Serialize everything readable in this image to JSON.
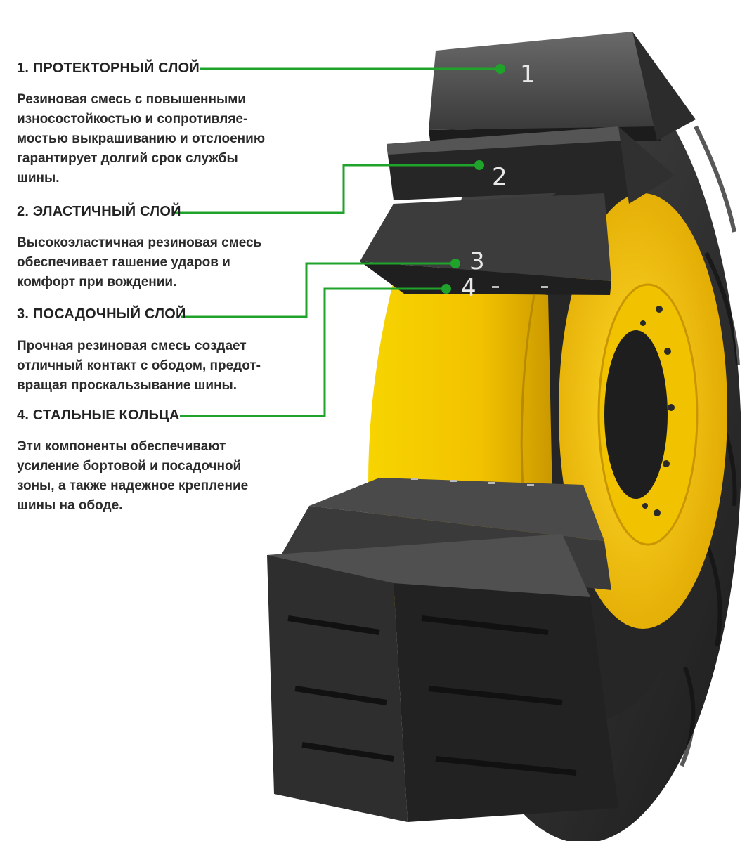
{
  "layers": [
    {
      "number": "1",
      "title": "1. ПРОТЕКТОРНЫЙ СЛОЙ",
      "lines": [
        "Резиновая смесь с повышенными",
        "износостойкостью и сопротивляе-",
        "мостью выкрашиванию и отслоению",
        "гарантирует долгий срок службы",
        "шины."
      ]
    },
    {
      "number": "2",
      "title": "2. ЭЛАСТИЧНЫЙ СЛОЙ",
      "lines": [
        "Высокоэластичная резиновая смесь",
        "обеспечивает гашение ударов и",
        "комфорт при вождении."
      ]
    },
    {
      "number": "3",
      "title": "3. ПОСАДОЧНЫЙ СЛОЙ",
      "lines": [
        "Прочная резиновая смесь создает",
        "отличный контакт с ободом, предот-",
        "вращая проскальзывание шины."
      ]
    },
    {
      "number": "4",
      "title": "4. СТАЛЬНЫЕ КОЛЬЦА",
      "lines": [
        "Эти компоненты обеспечивают",
        "усиление бортовой и посадочной",
        "зоны, а также надежное крепление",
        "шины на ободе."
      ]
    }
  ],
  "colors": {
    "leader_line": "#1fa32a",
    "rim_yellow": "#f2c600",
    "rubber": "#2b2b2b"
  },
  "icons": {
    "tire": "tire-cross-section-illustration"
  }
}
